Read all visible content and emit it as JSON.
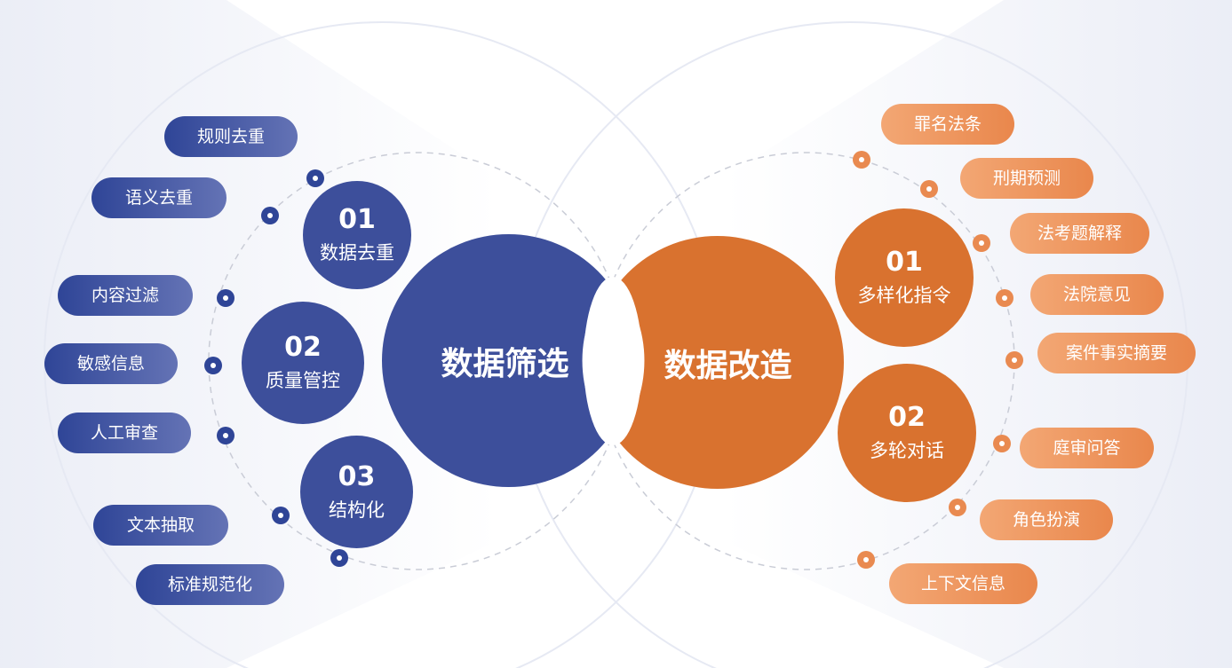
{
  "left": {
    "title": "数据筛选",
    "stages": [
      {
        "num": "01",
        "label": "数据去重"
      },
      {
        "num": "02",
        "label": "质量管控"
      },
      {
        "num": "03",
        "label": "结构化"
      }
    ],
    "items": [
      "规则去重",
      "语义去重",
      "内容过滤",
      "敏感信息",
      "人工审查",
      "文本抽取",
      "标准规范化"
    ]
  },
  "right": {
    "title": "数据改造",
    "stages": [
      {
        "num": "01",
        "label": "多样化指令"
      },
      {
        "num": "02",
        "label": "多轮对话"
      }
    ],
    "items": [
      "罪名法条",
      "刑期预测",
      "法考题解释",
      "法院意见",
      "案件事实摘要",
      "庭审问答",
      "角色扮演",
      "上下文信息"
    ]
  },
  "colors": {
    "blue": "#3d4f9b",
    "blue_dark": "#2f4597",
    "orange": "#d9722f",
    "orange_light": "#f3a774"
  }
}
